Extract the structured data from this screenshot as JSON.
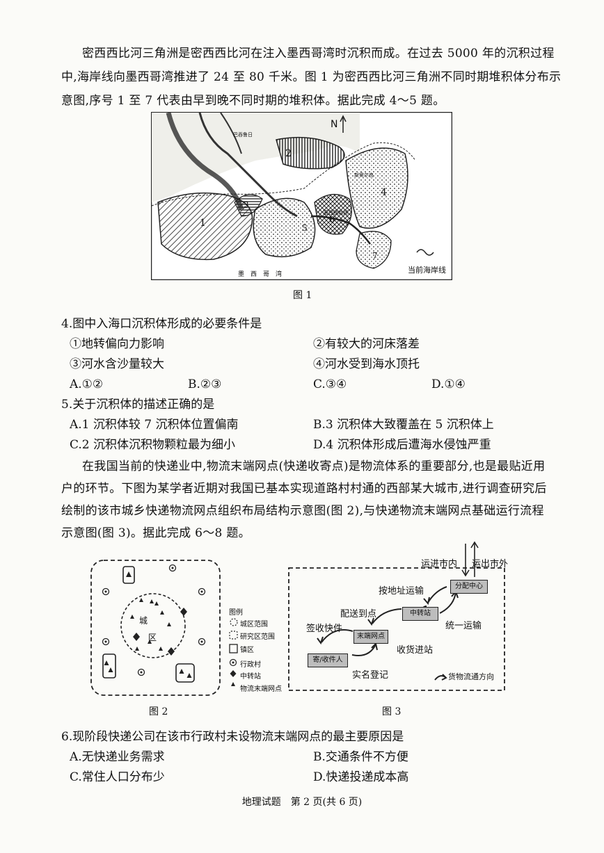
{
  "intro1": {
    "line1": "密西西比河三角洲是密西西比河在注入墨西哥湾时沉积而成。在过去 5000 年的沉积过程",
    "line2": "中,海岸线向墨西哥湾推进了 24 至 80 千米。图 1 为密西西比河三角洲不同时期堆积体分布示",
    "line3": "意图,序号 1 至 7 代表由早到晚不同时期的堆积体。据此完成 4～5 题。"
  },
  "fig1": {
    "caption": "图 1",
    "north": "N",
    "sea_label": "墨　西　哥　湾",
    "coast_legend": "当前海岸线",
    "place_labels": [
      "巴吞鲁日",
      "新奥尔良",
      "密西西比河"
    ],
    "numbers": [
      "1",
      "2",
      "3",
      "4",
      "5",
      "6",
      "7"
    ]
  },
  "q4": {
    "stem": "4.图中入海口沉积体形成的必要条件是",
    "s1": "①地转偏向力影响",
    "s2": "②有较大的河床落差",
    "s3": "③河水含沙量较大",
    "s4": "④河水受到海水顶托",
    "A": "A.①②",
    "B": "B.②③",
    "C": "C.③④",
    "D": "D.①④"
  },
  "q5": {
    "stem": "5.关于沉积体的描述正确的是",
    "A": "A.1 沉积体较 7 沉积体位置偏南",
    "B": "B.3 沉积体大致覆盖在 5 沉积体上",
    "C": "C.2 沉积体沉积物颗粒最为细小",
    "D": "D.4 沉积体形成后遭海水侵蚀严重"
  },
  "intro2": {
    "line1": "在我国当前的快递业中,物流末端网点(快递收寄点)是物流体系的重要部分,也是最贴近用",
    "line2": "户的环节。下图为某学者近期对我国已基本实现道路村村通的西部某大城市,进行调查研究后",
    "line3": "绘制的该市城乡快递物流网点组织布局结构示意图(图 2),与快递物流末端网点基础运行流程",
    "line4": "示意图(图 3)。据此完成 6～8 题。"
  },
  "fig2": {
    "caption": "图 2",
    "city_label_1": "城",
    "city_label_2": "区",
    "legend_title": "图例",
    "legend": [
      "城区范围",
      "研究区范围",
      "镇区",
      "行政村",
      "中转站",
      "物流末端网点"
    ]
  },
  "fig3": {
    "caption": "图 3",
    "in_city": "运进市内",
    "out_city": "运出市外",
    "by_address": "按地址运输",
    "deliver": "配送到点",
    "sign": "签收快件",
    "unified": "统一运输",
    "receive": "收货进站",
    "realname": "实名登记",
    "legend": "货物流通方向",
    "box_center": "分配中心",
    "box_transfer": "中转站",
    "box_terminal": "末端网点",
    "box_sender": "寄/收件人"
  },
  "q6": {
    "stem": "6.现阶段快递公司在该市行政村未设物流末端网点的最主要原因是",
    "A": "A.无快递业务需求",
    "B": "B.交通条件不方便",
    "C": "C.常住人口分布少",
    "D": "D.快递投递成本高"
  },
  "footer": "地理试题　第 2 页(共 6 页)"
}
